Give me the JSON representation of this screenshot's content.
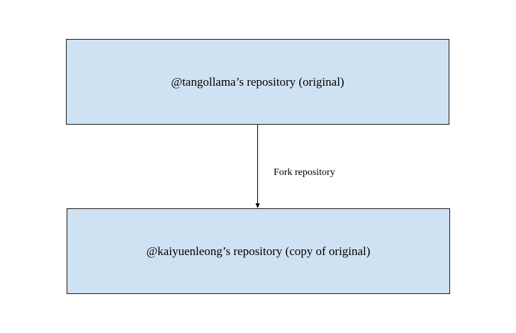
{
  "diagram": {
    "nodes": {
      "original": {
        "label": "@tangollama’s repository (original)",
        "fill": "#cfe2f3"
      },
      "fork": {
        "label": "@kaiyuenleong’s repository (copy of original)",
        "fill": "#cfe2f3"
      }
    },
    "edge": {
      "from": "original",
      "to": "fork",
      "label": "Fork repository",
      "color": "#000000"
    }
  }
}
